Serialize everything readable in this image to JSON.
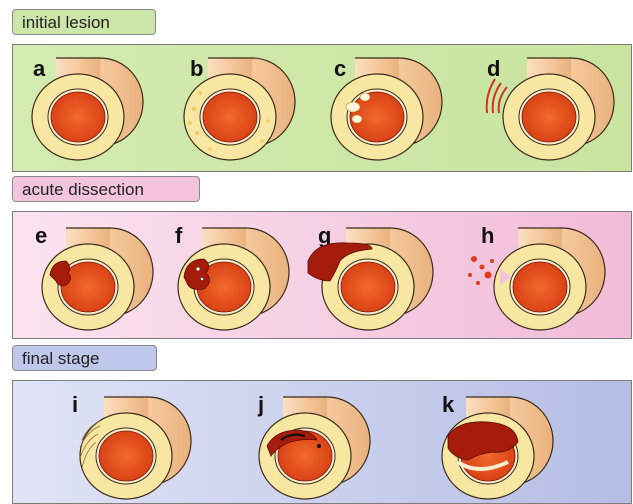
{
  "stages": [
    {
      "label": "initial lesion",
      "panels": [
        "a",
        "b",
        "c",
        "d"
      ]
    },
    {
      "label": "acute dissection",
      "panels": [
        "e",
        "f",
        "g",
        "h"
      ]
    },
    {
      "label": "final stage",
      "panels": [
        "i",
        "j",
        "k"
      ]
    }
  ],
  "colors": {
    "tube_outer": "#f4c79a",
    "tube_edge": "#3a2a1a",
    "media": "#f7e7a3",
    "intima": "#fbeed0",
    "lumen": "#e44a1e",
    "blood_dark": "#a51c0a",
    "stage1_bg": "#cce5a8",
    "stage2_bg": "#f4c4dd",
    "stage3_bg": "#bfc7ea"
  }
}
